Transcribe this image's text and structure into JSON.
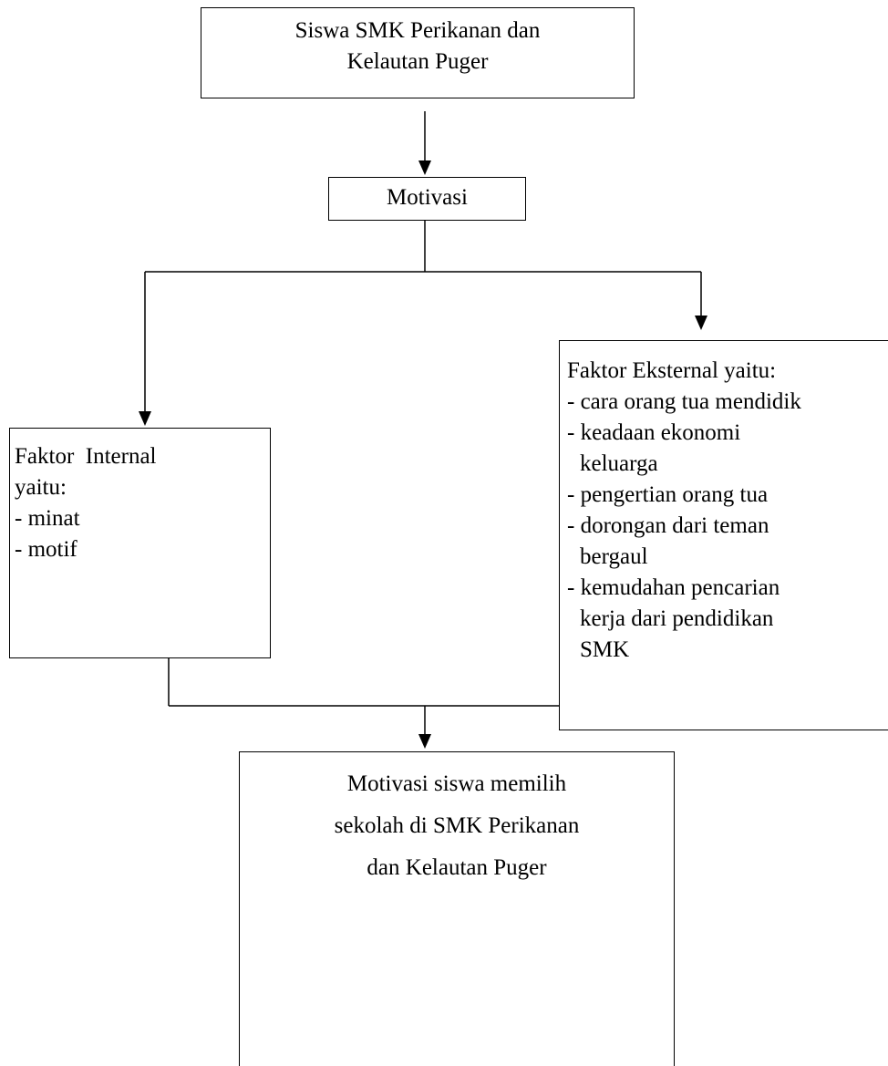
{
  "diagram": {
    "students_node": {
      "lines": [
        "Siswa SMK Perikanan dan",
        "Kelautan Puger"
      ]
    },
    "motivation_node": {
      "label": "Motivasi"
    },
    "internal_node": {
      "title_lines": [
        "Faktor  Internal",
        "yaitu:"
      ],
      "items": [
        "- minat",
        "- motif"
      ]
    },
    "external_node": {
      "title": "Faktor Eksternal yaitu:",
      "items": [
        "- cara orang tua mendidik",
        "- keadaan ekonomi",
        "keluarga",
        "- pengertian orang tua",
        "- dorongan dari teman",
        "bergaul",
        "- kemudahan pencarian",
        "kerja dari pendidikan",
        "SMK"
      ]
    },
    "result_node": {
      "lines": [
        "Motivasi siswa memilih",
        "sekolah di SMK Perikanan",
        "dan Kelautan Puger"
      ]
    },
    "colors": {
      "stroke": "#000000",
      "background": "#ffffff",
      "text": "#000000"
    }
  }
}
